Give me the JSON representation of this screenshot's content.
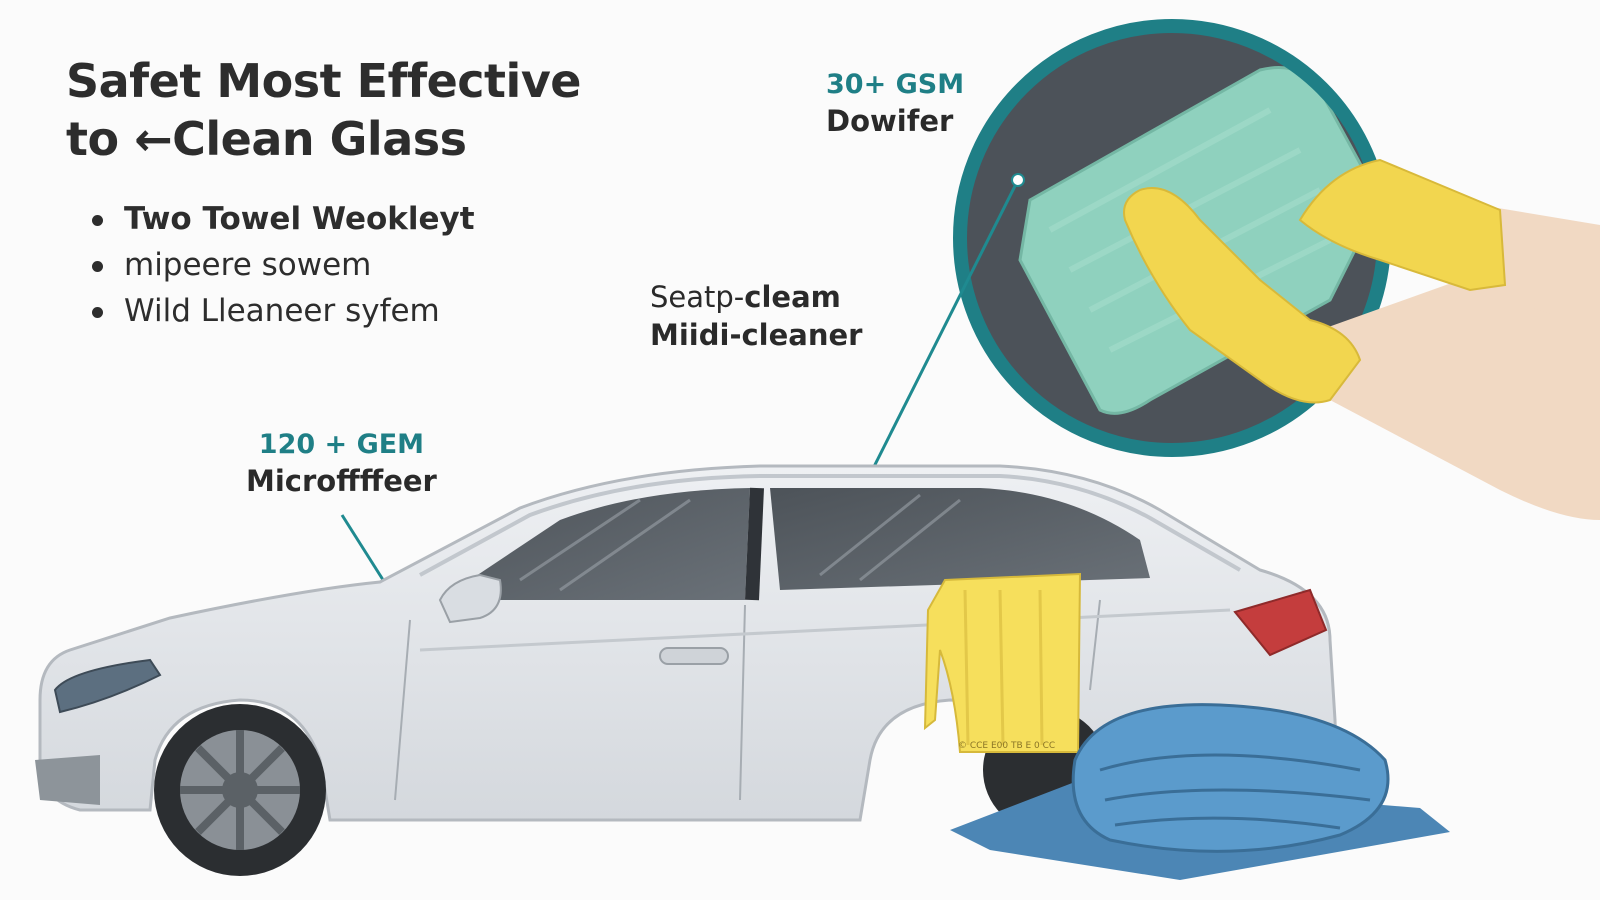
{
  "title": {
    "line1": "Safet Most Effective",
    "line2": "to ←Clean Glass"
  },
  "bullets": [
    "Two Towel Weokleyt",
    "mipeere sowem",
    "Wild Lleaneer syfem"
  ],
  "callouts": {
    "top": {
      "gsm": "30+ GSM",
      "name": "Dowifer"
    },
    "middle": {
      "line1_light": "Seatp-",
      "line1_bold": "cleam",
      "line2": "Miidi-cleaner"
    },
    "left": {
      "gsm": "120 + GEM",
      "name": "Microffffeer"
    }
  },
  "towel_tag": "© CCE E00 TB E 0 CC",
  "colors": {
    "accent_teal": "#1f7f86",
    "car_body": "#e3e6ea",
    "glove_yellow": "#f2d64f",
    "towel_mint": "#8fd1be",
    "towel_blue": "#4f8fbf",
    "towel_yellow": "#f6df5c"
  }
}
